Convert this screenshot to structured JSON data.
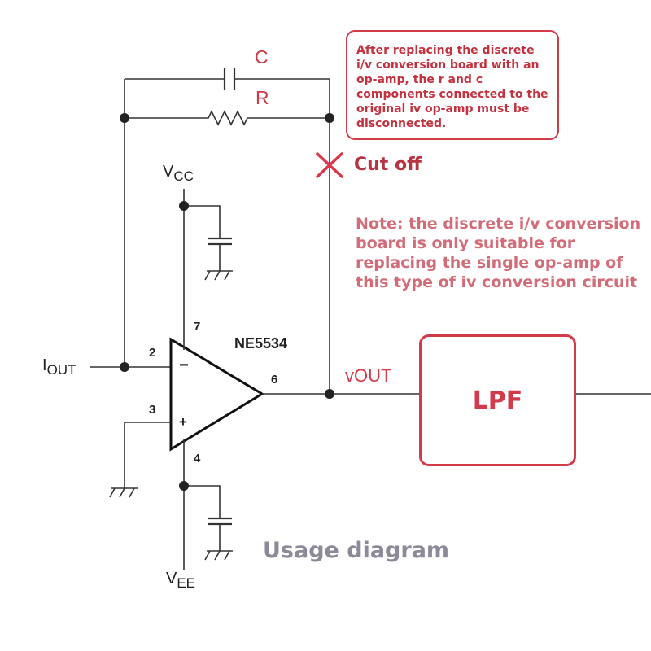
{
  "components": {
    "capacitor_label": "C",
    "resistor_label": "R"
  },
  "rails": {
    "vcc_main": "V",
    "vcc_sub": "CC",
    "vee_main": "V",
    "vee_sub": "EE"
  },
  "signals": {
    "iout_main": "I",
    "iout_sub": "OUT",
    "vout": "vOUT"
  },
  "opamp": {
    "name": "NE5534",
    "pin_inverting": "2",
    "pin_noninverting": "3",
    "pin_vplus": "7",
    "pin_vminus": "4",
    "pin_output": "6",
    "minus_sign": "−",
    "plus_sign": "+"
  },
  "notes": {
    "box_text": "After replacing the discrete i/v conversion board with an op-amp, the r and c components connected to the original iv op-amp must be disconnected.",
    "cut_off": "Cut off",
    "note_text": "Note: the discrete i/v conversion board is only suitable for replacing the single op-amp of this type of iv conversion circuit"
  },
  "lpf_label": "LPF",
  "footer": "Usage diagram",
  "colors": {
    "accent_red": "#d23b4a",
    "note_pink": "#d26c78",
    "footer_gray": "#8a8a99",
    "wire": "#333333"
  }
}
